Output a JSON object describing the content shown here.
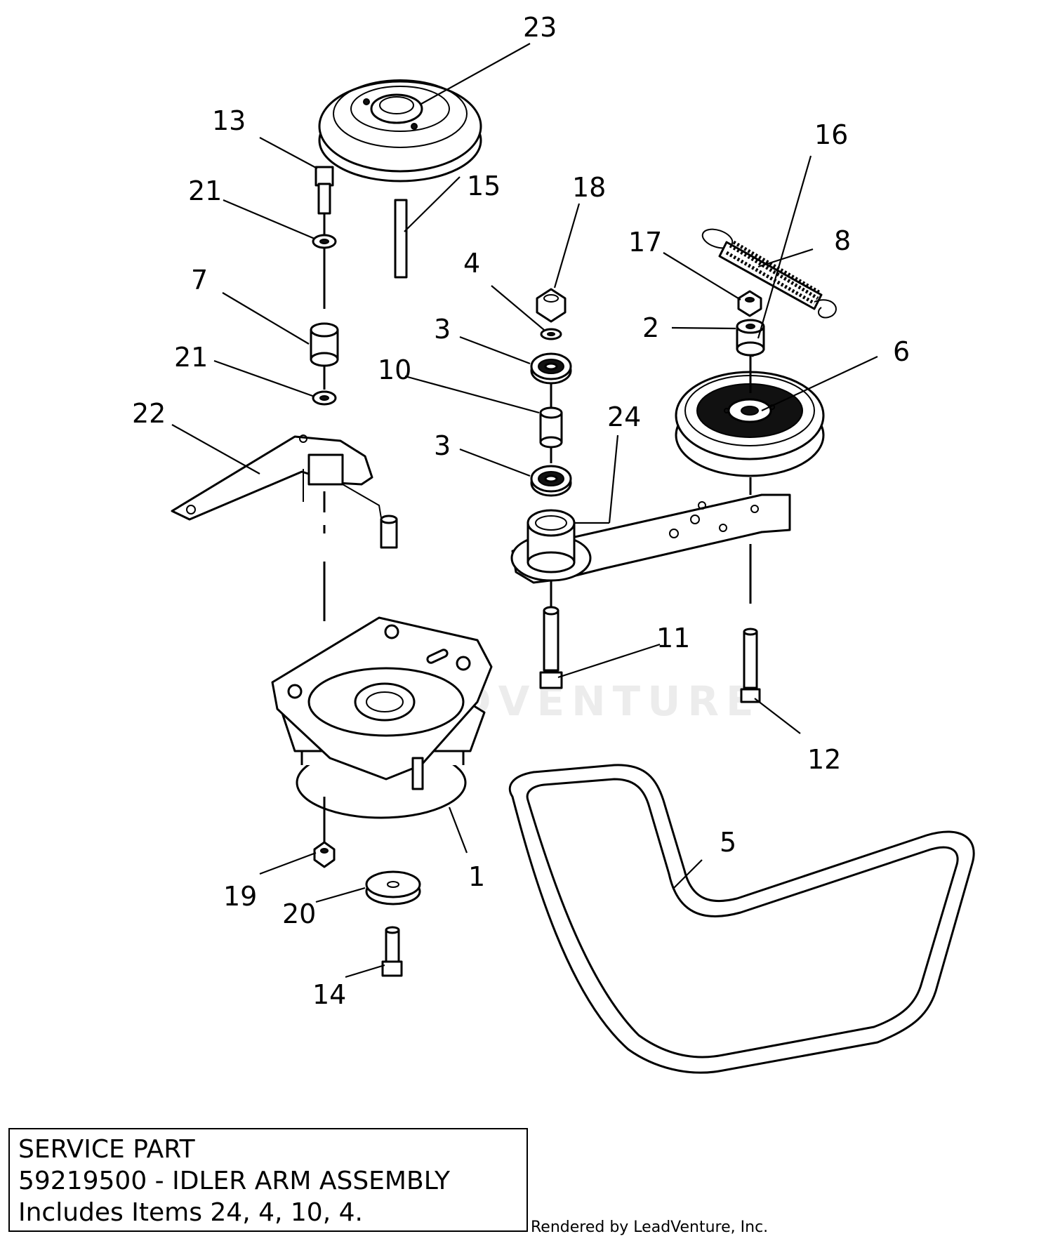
{
  "diagram": {
    "callouts": [
      "23",
      "13",
      "21",
      "15",
      "18",
      "16",
      "4",
      "17",
      "8",
      "7",
      "3",
      "2",
      "21",
      "10",
      "6",
      "24",
      "22",
      "3",
      "11",
      "12",
      "5",
      "19",
      "1",
      "20",
      "14"
    ]
  },
  "service_box": {
    "line1": "SERVICE PART",
    "line2": "59219500 - IDLER ARM ASSEMBLY",
    "line3": "Includes Items 24, 4, 10, 4."
  },
  "credit": "Rendered by LeadVenture, Inc.",
  "watermark": "LEADVENTURE"
}
